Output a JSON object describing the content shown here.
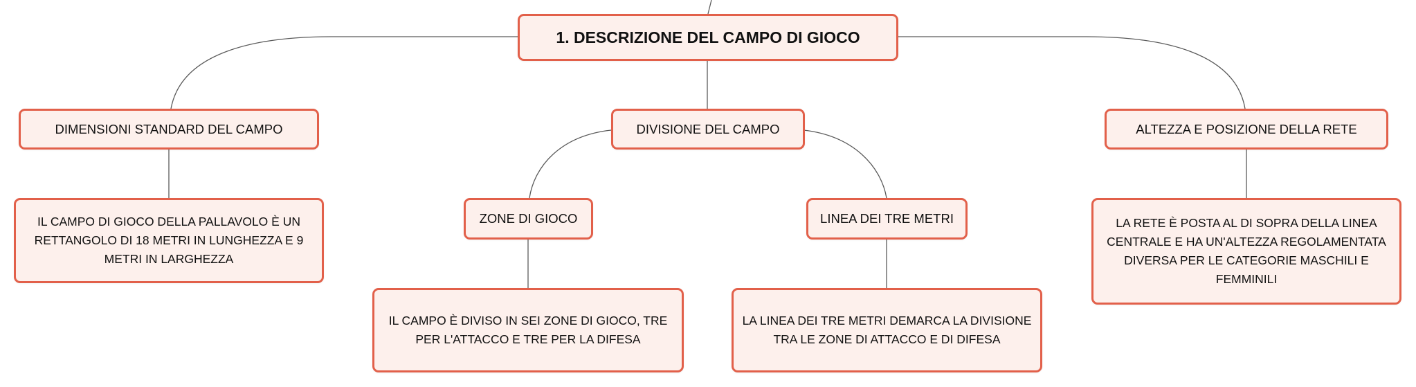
{
  "colors": {
    "node_border": "#e2604a",
    "node_fill": "#fdf0ec",
    "connector": "#5a5a5a",
    "text": "#111111"
  },
  "root": {
    "label": "1. DESCRIZIONE DEL CAMPO DI GIOCO"
  },
  "branches": [
    {
      "label": "DIMENSIONI STANDARD DEL CAMPO",
      "detail": "IL CAMPO DI GIOCO DELLA PALLAVOLO È UN RETTANGOLO DI 18 METRI IN LUNGHEZZA E 9 METRI IN LARGHEZZA"
    },
    {
      "label": "DIVISIONE DEL CAMPO",
      "children": [
        {
          "label": "ZONE DI GIOCO",
          "detail": "IL CAMPO È DIVISO IN SEI ZONE DI GIOCO, TRE PER L'ATTACCO E TRE PER LA DIFESA"
        },
        {
          "label": "LINEA DEI TRE METRI",
          "detail": "LA LINEA DEI TRE METRI DEMARCA LA DIVISIONE TRA LE ZONE DI ATTACCO E DI DIFESA"
        }
      ]
    },
    {
      "label": "ALTEZZA E POSIZIONE DELLA RETE",
      "detail": "LA RETE È POSTA AL DI SOPRA DELLA LINEA CENTRALE E HA UN'ALTEZZA REGOLAMENTATA DIVERSA PER LE CATEGORIE MASCHILI E FEMMINILI"
    }
  ]
}
